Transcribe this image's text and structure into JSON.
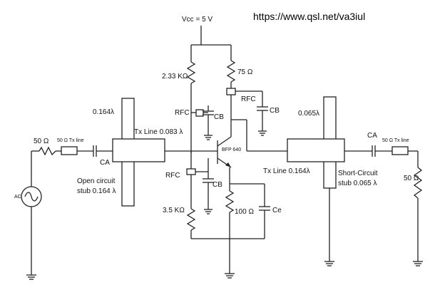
{
  "header": {
    "url": "https://www.qsl.net/va3iul"
  },
  "supply": {
    "vcc": "Vcc = 5 V"
  },
  "labels": {
    "r_bias_top": "2.33 KΩ",
    "r_collector": "75 Ω",
    "rfc_1": "RFC",
    "rfc_2": "RFC",
    "rfc_3": "RFC",
    "cb_1": "CB",
    "cb_2": "CB",
    "cb_3": "CB",
    "stub_in_len": "0.164λ",
    "stub_out_len": "0.065λ",
    "src_r": "50 Ω",
    "src_txline": "50 Ω Tx line",
    "ca_in": "CA",
    "ca_out": "CA",
    "txline_083": "Tx Line 0.083 λ",
    "transistor": "BFP 640",
    "txline_164": "Tx Line 0.164λ",
    "short_stub_1": "Short-Circuit",
    "short_stub_2": "stub 0.065 λ",
    "open_stub_1": "Open circuit",
    "open_stub_2": "stub 0.164 λ",
    "out_txline": "50 Ω Tx line",
    "load_r": "50 Ω",
    "r_bias_bot": "3.5 KΩ",
    "r_emitter": "100 Ω",
    "ce": "Ce",
    "ac": "AC"
  }
}
